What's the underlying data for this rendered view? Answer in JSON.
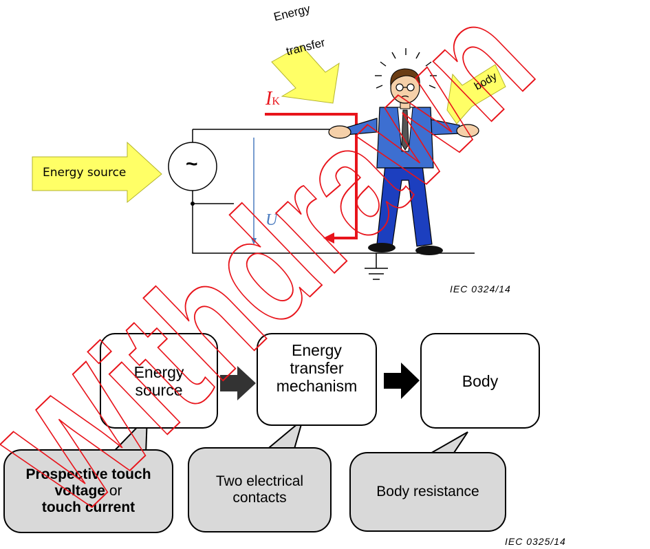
{
  "top_diagram": {
    "energy_source_label": "Energy source",
    "ac_symbol": "~",
    "current_label_main": "I",
    "current_label_sub": "K",
    "voltage_label": "U",
    "energy_transfer_line1": "Energy",
    "energy_transfer_line2": "transfer",
    "body_label": "body",
    "iec_ref": "IEC   0324/14",
    "colors": {
      "arrow_fill": "#ffff66",
      "current_path": "#e8141b",
      "voltage_arrow": "#4a7bbf"
    }
  },
  "bottom_diagram": {
    "box1_line1": "Energy",
    "box1_line2": "source",
    "box2_line1": "Energy",
    "box2_line2": "transfer",
    "box2_line3": "mechanism",
    "box3": "Body",
    "bubble1_bold1": "Prospective touch",
    "bubble1_bold2": "voltage",
    "bubble1_plain": " or",
    "bubble1_bold3": "touch current",
    "bubble2_line1": "Two electrical",
    "bubble2_line2": "contacts",
    "bubble3": "Body resistance",
    "iec_ref": "IEC   0325/14",
    "colors": {
      "bubble_fill": "#d9d9d9"
    }
  },
  "watermark": {
    "text": "Withdrawn",
    "color": "#e8141b"
  }
}
